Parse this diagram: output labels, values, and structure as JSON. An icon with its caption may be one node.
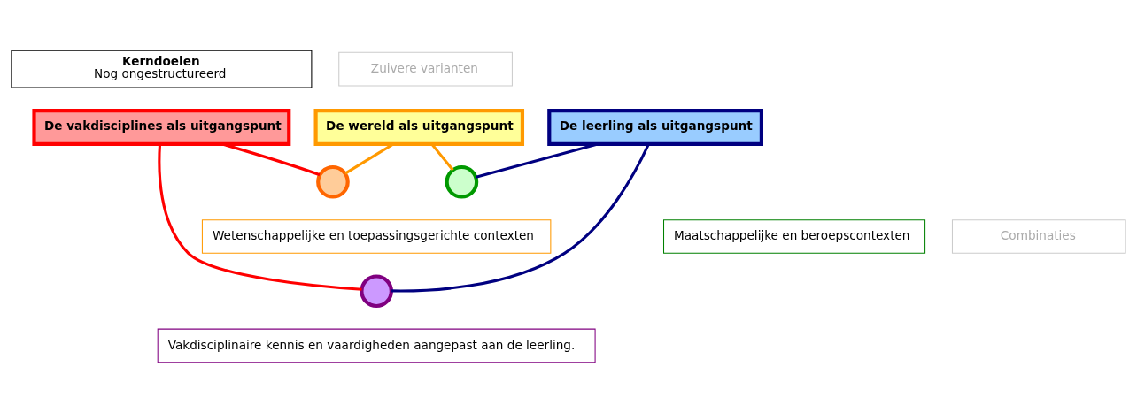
{
  "diagram": {
    "nodes": [
      {
        "text": [
          "Kerndoelen",
          "Nog ongestructureerd"
        ]
      },
      {
        "text": [
          "De vakdisciplines als uitgangspunt"
        ]
      },
      {
        "text": [
          "De wereld als uitgangspunt"
        ]
      },
      {
        "text": [
          "De leerling als uitgangspunt"
        ]
      },
      {
        "text": [],
        "shape": "circle"
      },
      {
        "text": [],
        "shape": "circle"
      },
      {
        "text": [
          "Wetenschappelijke en toepassingsgerichte contexten"
        ]
      },
      {
        "text": [
          "Maatschappelijke en beroepscontexten"
        ]
      },
      {
        "text": [],
        "shape": "circle"
      },
      {
        "text": [
          "Vakdisciplinaire kennis en vaardigheden aangepast aan de leerling."
        ]
      },
      {
        "text": [
          "Zuivere varianten"
        ]
      },
      {
        "text": [
          "Combinaties"
        ]
      }
    ],
    "edges": [
      {
        "from": 1,
        "to": 4,
        "arrow": "none",
        "color": "#ff0000"
      },
      {
        "from": 2,
        "to": 4,
        "arrow": "none",
        "color": "#ff9900"
      },
      {
        "from": 2,
        "to": 5,
        "arrow": "none",
        "color": "#ff9900"
      },
      {
        "from": 3,
        "to": 5,
        "arrow": "none",
        "color": "#000080"
      },
      {
        "from": 1,
        "to": 8,
        "arrow": "none",
        "color": "#ff0000"
      },
      {
        "from": 3,
        "to": 8,
        "arrow": "none",
        "color": "#000080"
      }
    ]
  }
}
